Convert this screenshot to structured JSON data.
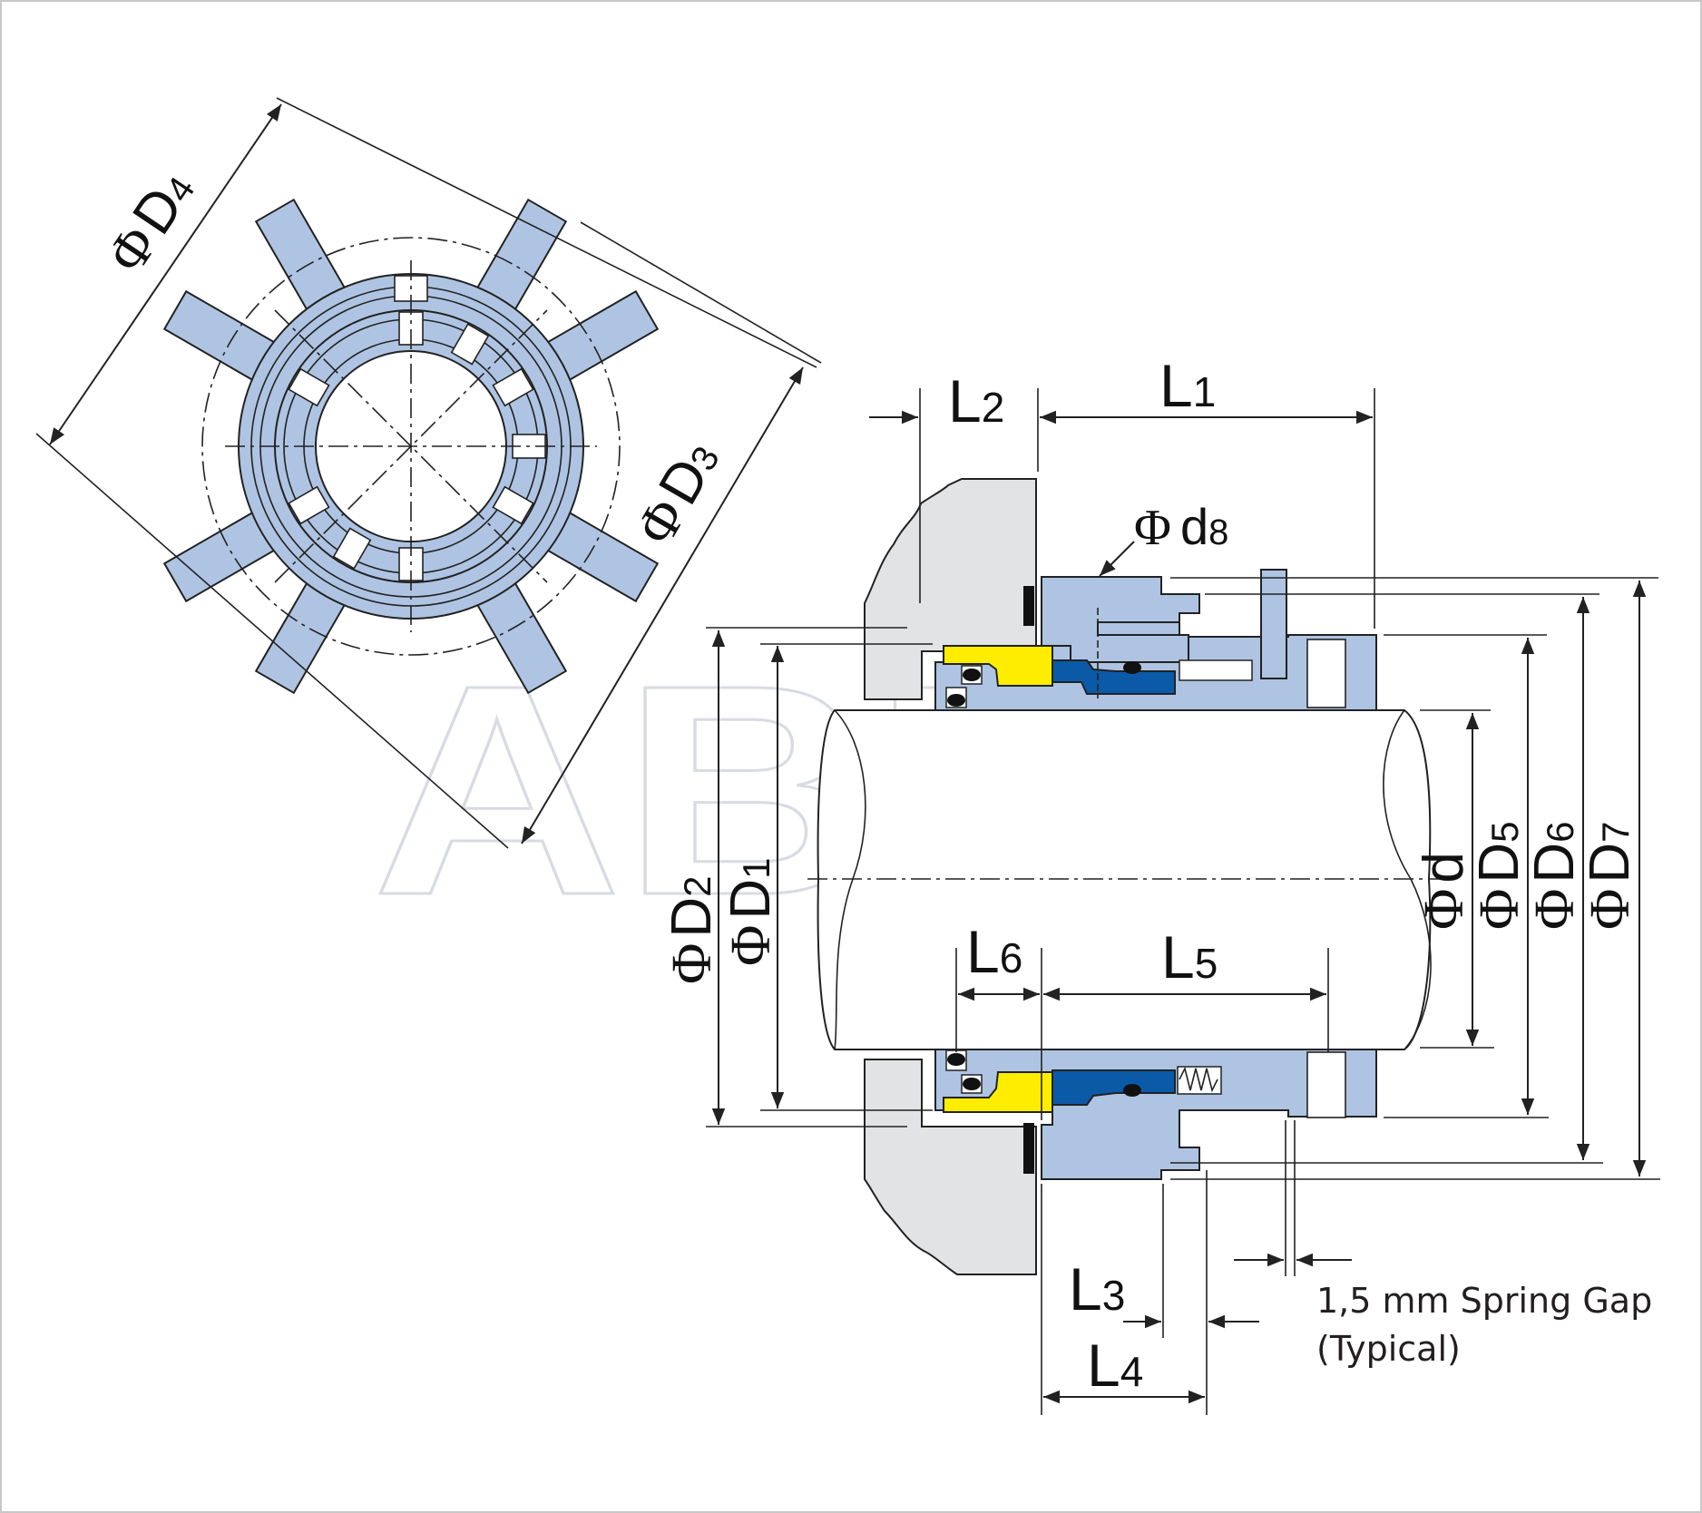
{
  "watermark": "ABEX",
  "colors": {
    "seal_body": "#aec4e2",
    "gland": "#e2e3e5",
    "seat_ring": "#ffed00",
    "seal_face": "#0a5aa8",
    "line": "#222222"
  },
  "end_view": {
    "labels": {
      "d4": {
        "phi": "Φ",
        "main": "D",
        "sub": "4"
      },
      "d3": {
        "phi": "Φ",
        "main": "D",
        "sub": "3"
      }
    }
  },
  "section_view": {
    "length_labels": {
      "l1": {
        "main": "L",
        "sub": "1"
      },
      "l2": {
        "main": "L",
        "sub": "2"
      },
      "l3": {
        "main": "L",
        "sub": "3"
      },
      "l4": {
        "main": "L",
        "sub": "4"
      },
      "l5": {
        "main": "L",
        "sub": "5"
      },
      "l6": {
        "main": "L",
        "sub": "6"
      }
    },
    "diameter_labels": {
      "d1": {
        "phi": "Φ",
        "main": "D",
        "sub": "1"
      },
      "d2": {
        "phi": "Φ",
        "main": "D",
        "sub": "2"
      },
      "d5": {
        "phi": "Φ",
        "main": "D",
        "sub": "5"
      },
      "d6": {
        "phi": "Φ",
        "main": "D",
        "sub": "6"
      },
      "d7": {
        "phi": "Φ",
        "main": "D",
        "sub": "7"
      },
      "d": {
        "phi": "Φ",
        "main": "d"
      },
      "d8": {
        "phi": "Φ",
        "main": "d",
        "sub": "8"
      }
    },
    "note": {
      "line1": "1,5 mm Spring Gap",
      "line2": "(Typical)"
    }
  }
}
